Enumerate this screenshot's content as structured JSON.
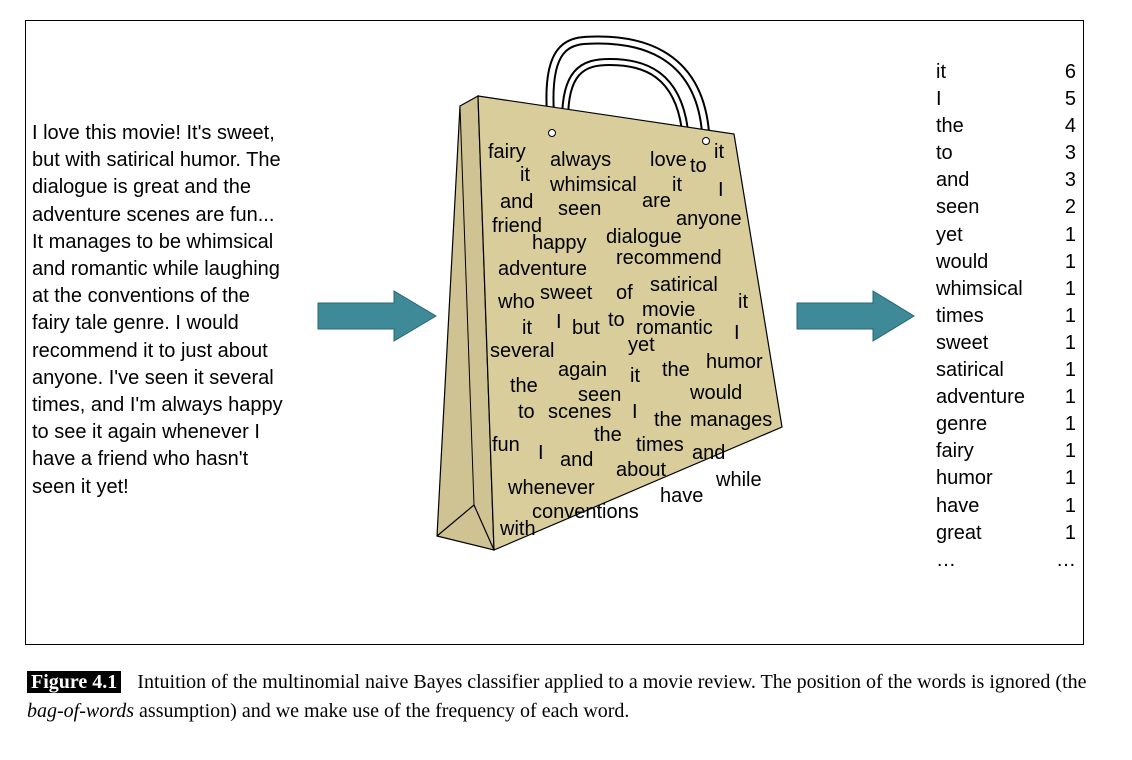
{
  "review_lines": [
    "I love this movie! It's sweet,",
    "but with satirical humor. The",
    "dialogue is great and the",
    "adventure scenes are fun...",
    "It manages to be whimsical",
    "and romantic while laughing",
    "at the conventions of the",
    "fairy tale genre. I would",
    "recommend it to just about",
    "anyone. I've seen it several",
    "times, and I'm always happy",
    "to see it again whenever I",
    "have a friend who hasn't",
    "seen it yet!"
  ],
  "bag_words": [
    "fairy",
    "always",
    "love",
    "to",
    "it",
    "it",
    "whimsical",
    "it",
    "I",
    "and",
    "seen",
    "are",
    "friend",
    "anyone",
    "happy",
    "dialogue",
    "adventure",
    "recommend",
    "who",
    "sweet",
    "of",
    "satirical",
    "movie",
    "it",
    "it",
    "I",
    "but",
    "to",
    "romantic",
    "I",
    "yet",
    "several",
    "again",
    "it",
    "the",
    "humor",
    "the",
    "seen",
    "would",
    "to",
    "scenes",
    "I",
    "the",
    "manages",
    "the",
    "fun",
    "I",
    "and",
    "times",
    "and",
    "about",
    "while",
    "whenever",
    "have",
    "conventions",
    "with"
  ],
  "word_counts": [
    {
      "word": "it",
      "count": "6"
    },
    {
      "word": "I",
      "count": "5"
    },
    {
      "word": "the",
      "count": "4"
    },
    {
      "word": "to",
      "count": "3"
    },
    {
      "word": "and",
      "count": "3"
    },
    {
      "word": "seen",
      "count": "2"
    },
    {
      "word": "yet",
      "count": "1"
    },
    {
      "word": "would",
      "count": "1"
    },
    {
      "word": "whimsical",
      "count": "1"
    },
    {
      "word": "times",
      "count": "1"
    },
    {
      "word": "sweet",
      "count": "1"
    },
    {
      "word": "satirical",
      "count": "1"
    },
    {
      "word": "adventure",
      "count": "1"
    },
    {
      "word": "genre",
      "count": "1"
    },
    {
      "word": "fairy",
      "count": "1"
    },
    {
      "word": "humor",
      "count": "1"
    },
    {
      "word": "have",
      "count": "1"
    },
    {
      "word": "great",
      "count": "1"
    },
    {
      "word": "…",
      "count": "…"
    }
  ],
  "caption": {
    "label": "Figure 4.1",
    "text_before": "Intuition of the multinomial naive Bayes classifier applied to a movie review. The position of the words is ignored (the ",
    "emphasis": "bag-of-words",
    "text_after": " assumption) and we make use of the frequency of each word."
  },
  "colors": {
    "bag_fill": "#d8cd9b",
    "bag_side": "#cfc394",
    "arrow_fill": "#3f8a98"
  }
}
